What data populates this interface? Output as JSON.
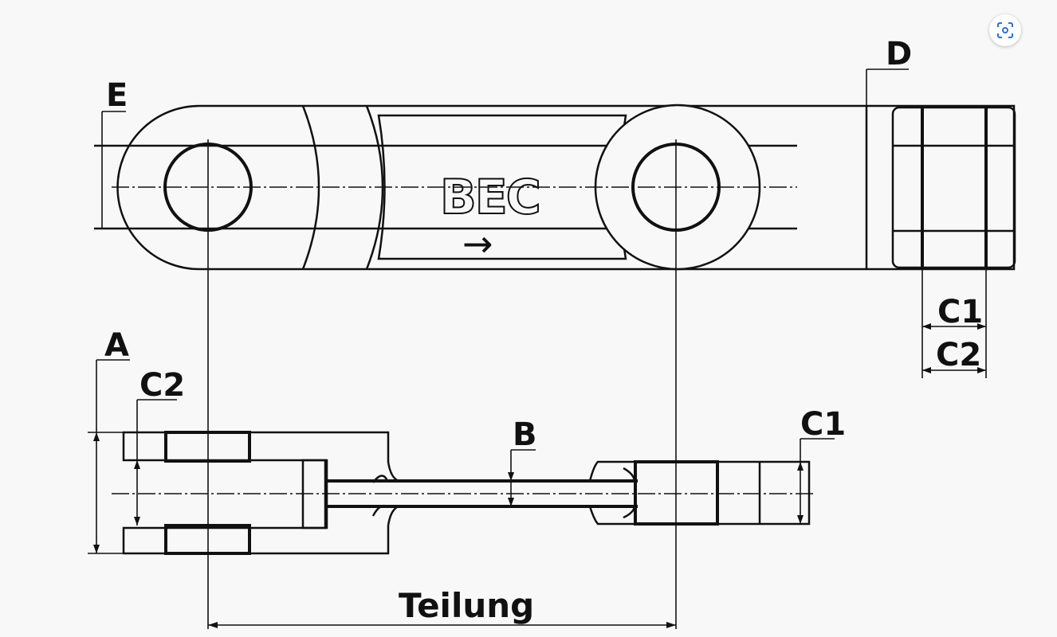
{
  "drawing": {
    "brand_text": "BEC",
    "direction_arrow": "→",
    "labels": {
      "E": "E",
      "D": "D",
      "A": "A",
      "B": "B",
      "C1_top": "C1",
      "C2_top": "C2",
      "C2_left": "C2",
      "C1_right": "C1",
      "pitch": "Teilung"
    }
  },
  "controls": {
    "focus_icon": "focus-frame-icon"
  }
}
